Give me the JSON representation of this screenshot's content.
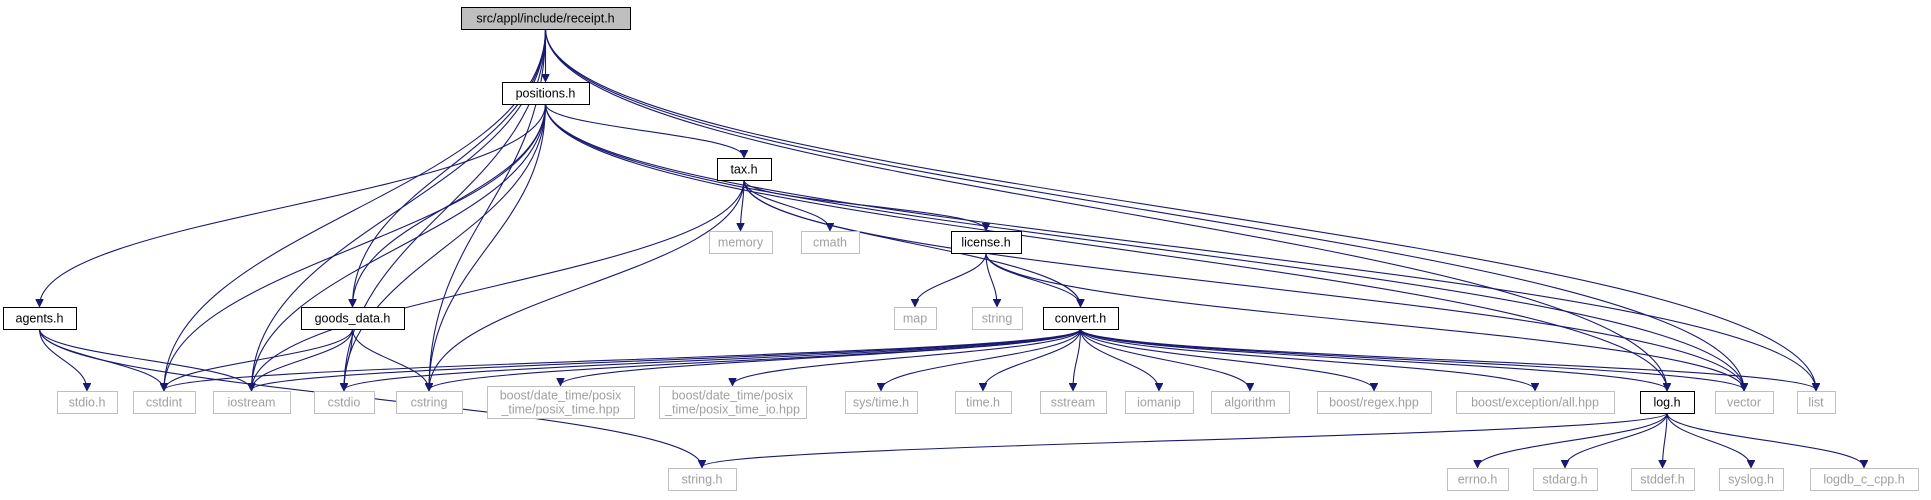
{
  "graph": {
    "nodes": {
      "receipt": [
        "src/appl/include/receipt.h"
      ],
      "positions": [
        "positions.h"
      ],
      "tax": [
        "tax.h"
      ],
      "license": [
        "license.h"
      ],
      "convert": [
        "convert.h"
      ],
      "agents": [
        "agents.h"
      ],
      "goods_data": [
        "goods_data.h"
      ],
      "log": [
        "log.h"
      ],
      "memory": [
        "memory"
      ],
      "cmath": [
        "cmath"
      ],
      "map": [
        "map"
      ],
      "string": [
        "string"
      ],
      "stdio_h": [
        "stdio.h"
      ],
      "cstdint": [
        "cstdint"
      ],
      "iostream": [
        "iostream"
      ],
      "cstdio": [
        "cstdio"
      ],
      "cstring": [
        "cstring"
      ],
      "posix_time": [
        "boost/date_time/posix",
        "_time/posix_time.hpp"
      ],
      "posix_time_io": [
        "boost/date_time/posix",
        "_time/posix_time_io.hpp"
      ],
      "sys_time": [
        "sys/time.h"
      ],
      "time_h": [
        "time.h"
      ],
      "sstream": [
        "sstream"
      ],
      "iomanip": [
        "iomanip"
      ],
      "algorithm": [
        "algorithm"
      ],
      "regex": [
        "boost/regex.hpp"
      ],
      "exception": [
        "boost/exception/all.hpp"
      ],
      "vector": [
        "vector"
      ],
      "list": [
        "list"
      ],
      "string_h": [
        "string.h"
      ],
      "errno": [
        "errno.h"
      ],
      "stdarg": [
        "stdarg.h"
      ],
      "stddef": [
        "stddef.h"
      ],
      "syslog": [
        "syslog.h"
      ],
      "logdb": [
        "logdb_c_cpp.h"
      ]
    }
  }
}
